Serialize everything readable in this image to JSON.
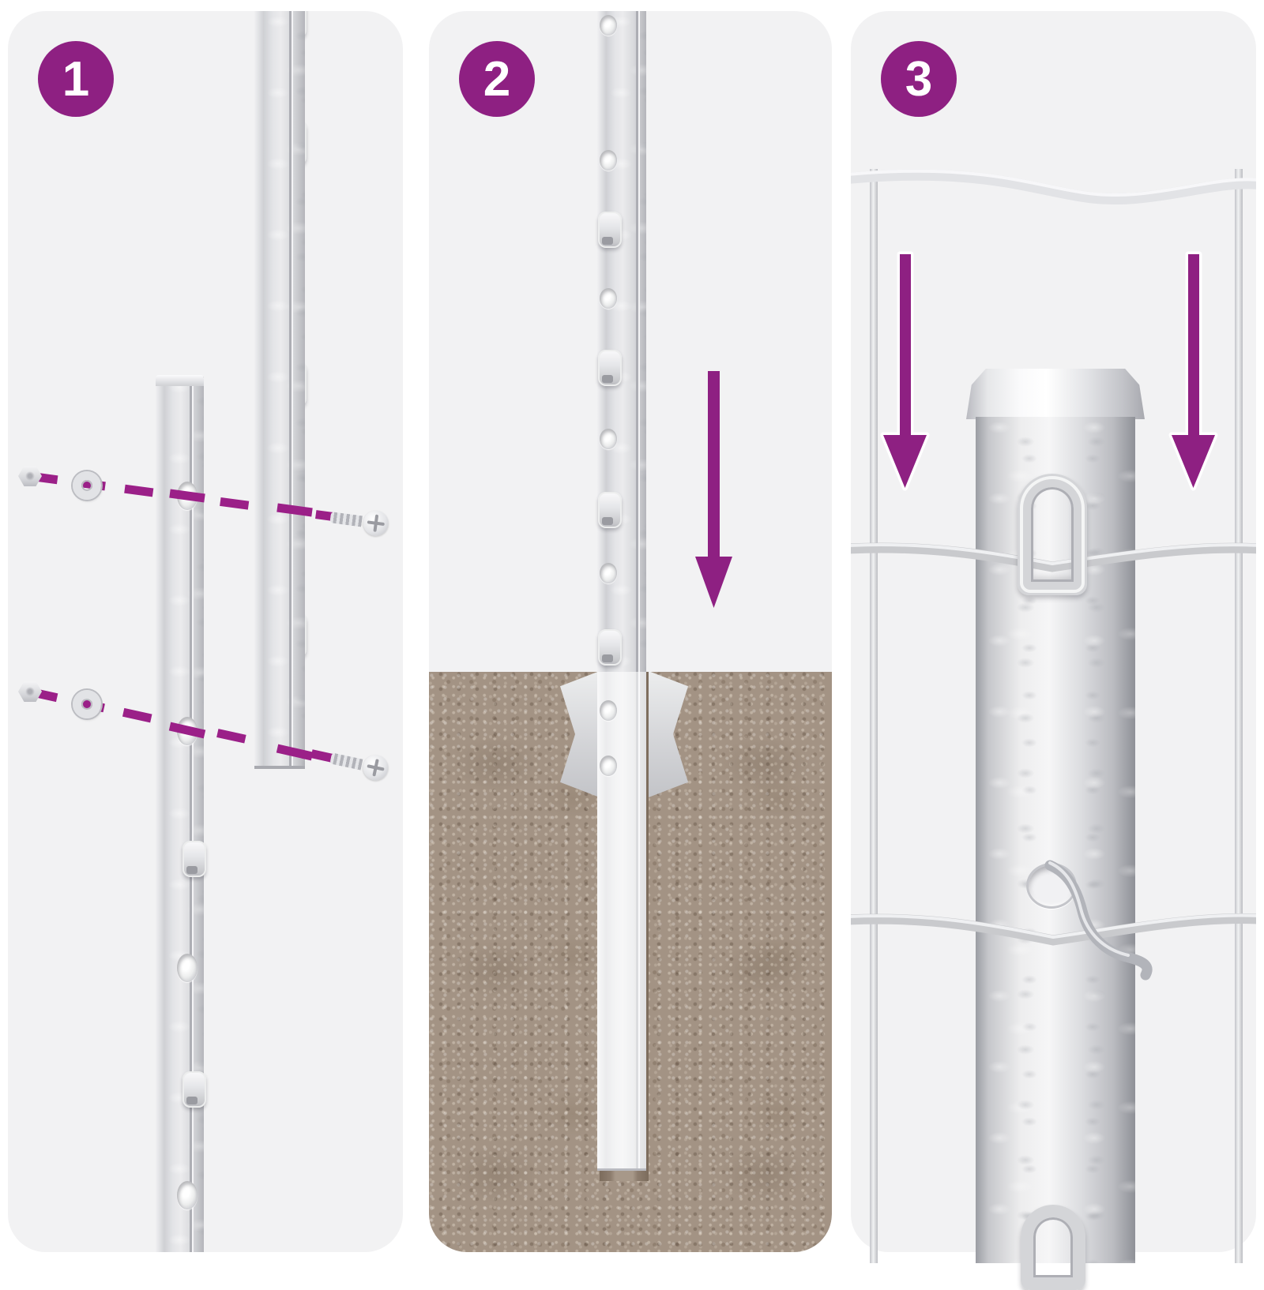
{
  "steps": [
    {
      "number": "1",
      "illustration": "bolt-two-u-posts-together"
    },
    {
      "number": "2",
      "illustration": "drive-post-into-ground-with-anchor-plate"
    },
    {
      "number": "3",
      "illustration": "hook-wire-mesh-onto-post"
    }
  ],
  "colors": {
    "accent": "#8e2082",
    "dash": "#9b2088",
    "panel_bg": "#f2f2f3",
    "soil": "#a39384",
    "metal": "#d6d7da",
    "wire": "#c9cacd",
    "wire_light": "#e2e3e6",
    "white": "#ffffff"
  }
}
